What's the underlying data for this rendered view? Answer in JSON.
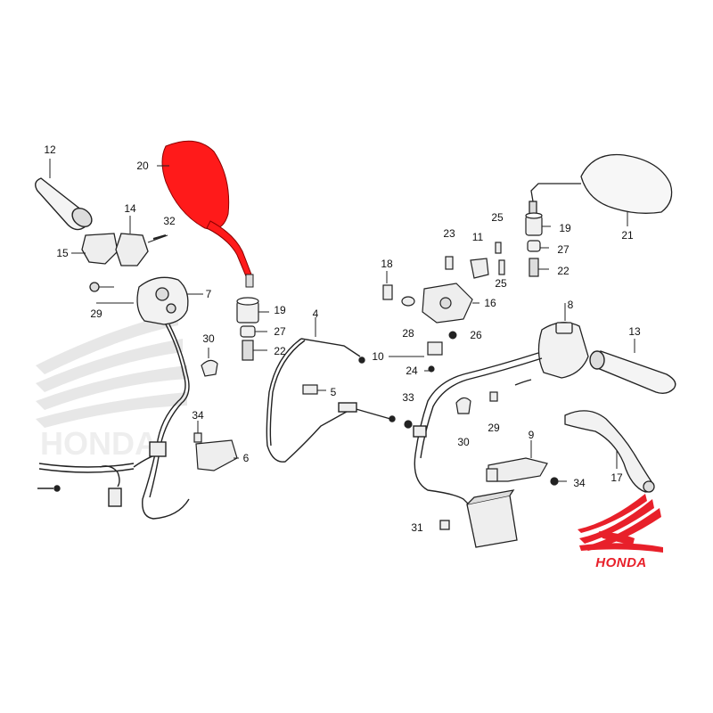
{
  "colors": {
    "highlight": "#ff1a1a",
    "brand": "#e8202a",
    "line": "#222222",
    "watermark": "#c8c8c8"
  },
  "brand": {
    "wordmark": "HONDA",
    "icon": "wing-logo-icon"
  },
  "callouts": [
    "12",
    "20",
    "14",
    "32",
    "15",
    "7",
    "29",
    "19",
    "27",
    "22",
    "30",
    "4",
    "18",
    "23",
    "11",
    "25",
    "25",
    "19",
    "27",
    "22",
    "21",
    "16",
    "28",
    "26",
    "10",
    "24",
    "8",
    "13",
    "5",
    "33",
    "30",
    "29",
    "34",
    "6",
    "9",
    "17",
    "34",
    "31"
  ]
}
